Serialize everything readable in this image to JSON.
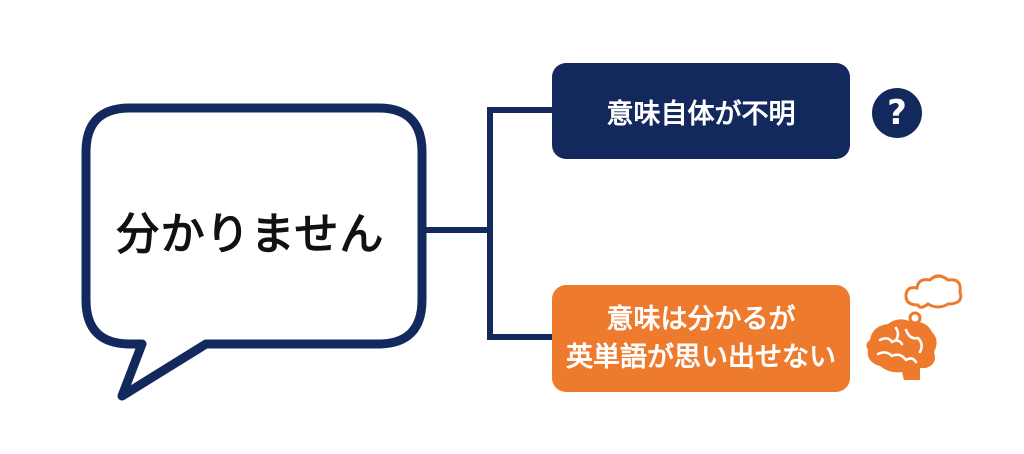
{
  "bubble": {
    "text": "分かりません"
  },
  "branches": [
    {
      "label_lines": [
        "意味自体が不明"
      ],
      "icon": "question-icon",
      "icon_text": "?"
    },
    {
      "label_lines": [
        "意味は分かるが",
        "英単語が思い出せない"
      ],
      "icon": "brain-thought-icon"
    }
  ],
  "colors": {
    "navy": "#13285c",
    "orange": "#ee7a2e",
    "text": "#111111",
    "background": "#ffffff"
  }
}
